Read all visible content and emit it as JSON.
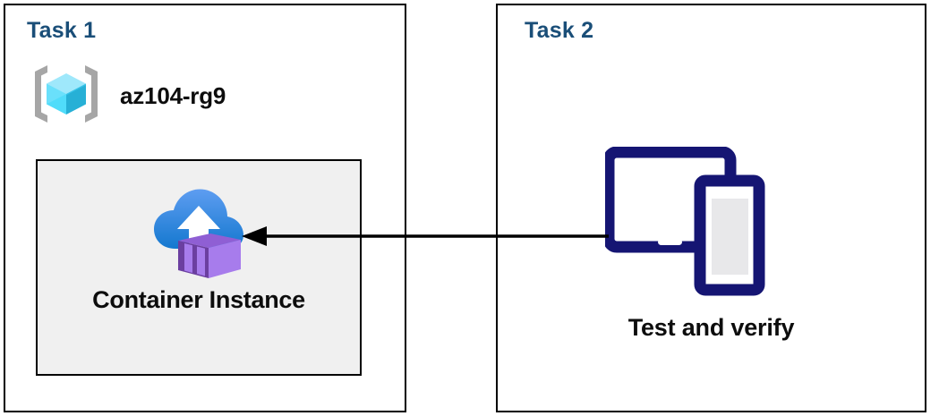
{
  "diagram": {
    "background_color": "#ffffff",
    "title_color": "#1a4e78",
    "panels": [
      {
        "name": "task-1",
        "title": "Task 1",
        "resource_group": {
          "icon": "azure-resource-group-icon",
          "label": "az104-rg9"
        },
        "resource": {
          "icon": "azure-container-instance-icon",
          "label": "Container Instance",
          "fill_color": "#f0f0f0",
          "border_color": "#000000"
        }
      },
      {
        "name": "task-2",
        "title": "Task 2",
        "resource": {
          "icon": "tablet-and-phone-devices-icon",
          "label": "Test and verify",
          "icon_color": "#151573"
        }
      }
    ],
    "connector": {
      "name": "flow-arrow",
      "direction": "right-to-left",
      "from": "task-2",
      "to": "task-1",
      "color": "#000000"
    },
    "colors": {
      "accent_blue": "#1a4e78",
      "cloud_blue_light": "#5b9bf0",
      "cloud_blue_dark": "#1a7fd4",
      "container_purple_light": "#a77cec",
      "container_purple_dark": "#6b3fa0",
      "cube_cyan_light": "#9fe8fb",
      "cube_cyan_mid": "#3fd0f5",
      "cube_cyan_dark": "#27b0d6",
      "bracket_gray": "#a6a6a6",
      "device_navy": "#151573",
      "device_screen_gray": "#e8e8ea"
    }
  }
}
